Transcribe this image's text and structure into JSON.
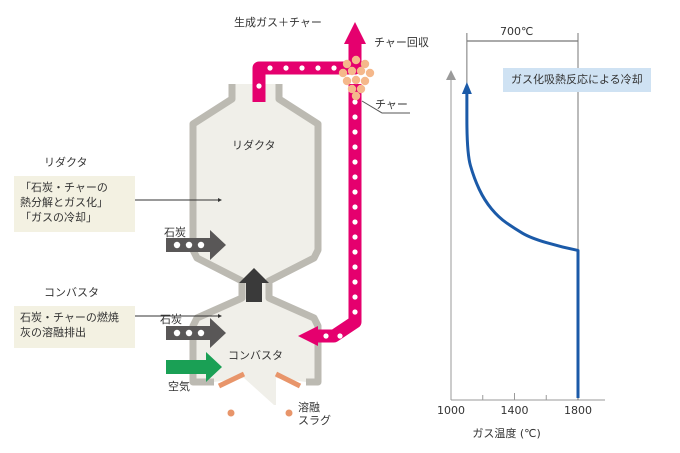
{
  "labels": {
    "product_gas": "生成ガス＋チャー",
    "char_recovery": "チャー回収",
    "char": "チャー",
    "reductor_inner": "リダクタ",
    "combustor_inner": "コンバスタ",
    "reductor_title": "リダクタ",
    "reductor_desc": [
      "「石炭・チャーの",
      "熱分解とガス化」",
      "「ガスの冷却」"
    ],
    "combustor_title": "コンバスタ",
    "combustor_desc": [
      "石炭・チャーの燃焼",
      "灰の溶融排出"
    ],
    "coal_upper": "石炭",
    "coal_lower": "石炭",
    "air": "空気",
    "slag": [
      "溶融",
      "スラグ"
    ]
  },
  "chart": {
    "annotation": "ガス化吸熱反応による冷却",
    "range_label": "700℃"
  },
  "colors": {
    "pipe": "#e5006e",
    "vessel": "#bcbab2",
    "curve": "#1b5aa8",
    "air_arrow": "#1aa055",
    "coal_arrow": "#595757",
    "char_particles": "#f5b88b",
    "desc_box": "#f3f1e2",
    "note_box": "#cfe2f3"
  },
  "chart_data": {
    "type": "line",
    "xlabel": "ガス温度 (℃)",
    "ylabel": "",
    "title": "",
    "xlim": [
      1000,
      1800
    ],
    "x_ticks": [
      1000,
      1400,
      1800
    ],
    "series": [
      {
        "points": [
          {
            "x": 1100,
            "y": 1.0
          },
          {
            "x": 1100,
            "y": 0.78
          },
          {
            "x": 1145,
            "y": 0.7
          },
          {
            "x": 1210,
            "y": 0.63
          },
          {
            "x": 1300,
            "y": 0.575
          },
          {
            "x": 1400,
            "y": 0.54
          },
          {
            "x": 1500,
            "y": 0.51
          },
          {
            "x": 1700,
            "y": 0.48
          },
          {
            "x": 1800,
            "y": 0.47
          },
          {
            "x": 1800,
            "y": 0.0
          }
        ]
      }
    ]
  }
}
